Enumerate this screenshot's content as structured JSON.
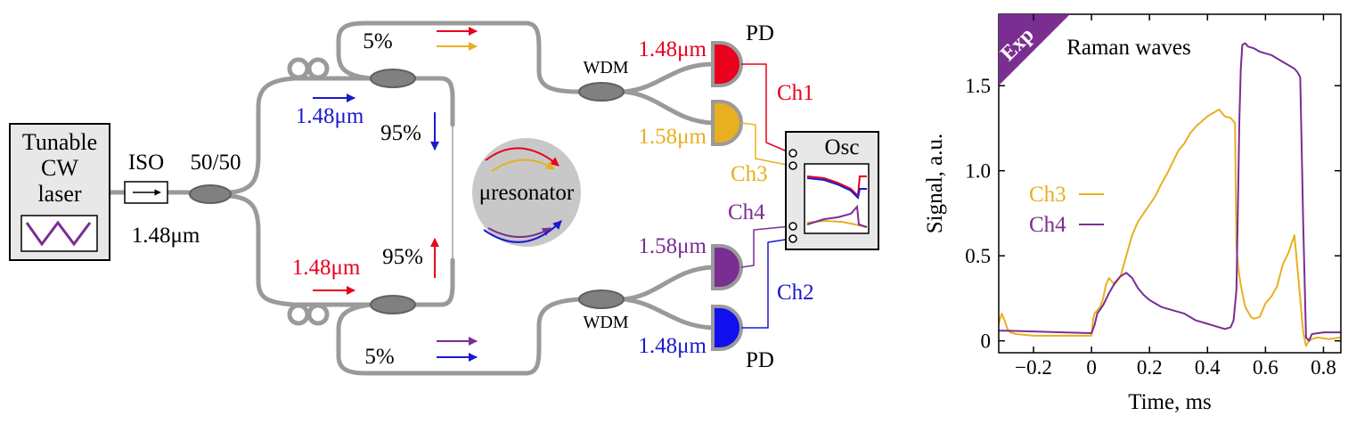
{
  "colors": {
    "red": "#e8001c",
    "blue": "#1a1acc",
    "orange": "#e8b020",
    "purple": "#7a2e92",
    "fiber": "#9a9a9a",
    "grey_fill": "#808080",
    "resonator": "#c8c8c8",
    "box": "#e8e8e8"
  },
  "setup": {
    "laser_lines": [
      "Tunable",
      "CW",
      "laser"
    ],
    "isolator": "ISO",
    "laser_wavelength": "1.48μm",
    "splitter": "50/50",
    "top_tap": "5%",
    "top_through": "95%",
    "bottom_tap": "5%",
    "bottom_through": "95%",
    "top_input": "1.48μm",
    "bottom_input": "1.48μm",
    "resonator": "μresonator",
    "wdm_top": "WDM",
    "wdm_bottom": "WDM",
    "pd_top": "PD",
    "pd_bottom": "PD",
    "pd1_wavelength": "1.48μm",
    "pd2_wavelength": "1.58μm",
    "pd3_wavelength": "1.58μm",
    "pd4_wavelength": "1.48μm",
    "ch1": "Ch1",
    "ch2": "Ch2",
    "ch3": "Ch3",
    "ch4": "Ch4",
    "osc": "Osc"
  },
  "chart_data": {
    "type": "line",
    "badge": "Exp",
    "title": "Raman waves",
    "xlabel": "Time, ms",
    "ylabel": "Signal, a.u.",
    "xlim": [
      -0.32,
      0.86
    ],
    "ylim": [
      -0.07,
      1.92
    ],
    "xticks": [
      -0.2,
      0,
      0.2,
      0.4,
      0.6,
      0.8
    ],
    "xtick_labels": [
      "−0.2",
      "0",
      "0.2",
      "0.4",
      "0.6",
      "0.8"
    ],
    "yticks": [
      0,
      0.5,
      1.0,
      1.5
    ],
    "ytick_labels": [
      "0",
      "0.5",
      "1.0",
      "1.5"
    ],
    "grid": false,
    "legend_position": "left-middle",
    "series": [
      {
        "name": "Ch3",
        "color": "#e8b020",
        "x": [
          -0.32,
          -0.31,
          -0.3,
          -0.29,
          -0.28,
          -0.26,
          -0.2,
          -0.1,
          0,
          0.005,
          0.01,
          0.02,
          0.03,
          0.04,
          0.05,
          0.06,
          0.08,
          0.1,
          0.12,
          0.14,
          0.16,
          0.18,
          0.2,
          0.22,
          0.24,
          0.26,
          0.28,
          0.3,
          0.32,
          0.34,
          0.36,
          0.38,
          0.4,
          0.42,
          0.44,
          0.46,
          0.48,
          0.495,
          0.5,
          0.505,
          0.51,
          0.515,
          0.52,
          0.53,
          0.54,
          0.55,
          0.56,
          0.58,
          0.6,
          0.62,
          0.64,
          0.66,
          0.68,
          0.7,
          0.72,
          0.73,
          0.74,
          0.75,
          0.76,
          0.78,
          0.8,
          0.82,
          0.84,
          0.86
        ],
        "y": [
          0.1,
          0.16,
          0.12,
          0.07,
          0.05,
          0.04,
          0.03,
          0.03,
          0.03,
          0.12,
          0.16,
          0.18,
          0.2,
          0.25,
          0.33,
          0.37,
          0.33,
          0.38,
          0.5,
          0.62,
          0.7,
          0.75,
          0.8,
          0.85,
          0.92,
          0.98,
          1.05,
          1.12,
          1.16,
          1.22,
          1.26,
          1.29,
          1.32,
          1.34,
          1.36,
          1.32,
          1.31,
          1.28,
          0.55,
          0.45,
          0.38,
          0.33,
          0.28,
          0.2,
          0.17,
          0.14,
          0.13,
          0.14,
          0.22,
          0.26,
          0.32,
          0.45,
          0.52,
          0.62,
          0.25,
          0.05,
          -0.03,
          0.0,
          0.01,
          0.02,
          0.015,
          0.01,
          0.015,
          0.02
        ]
      },
      {
        "name": "Ch4",
        "color": "#7a2e92",
        "x": [
          -0.32,
          -0.3,
          -0.2,
          -0.1,
          0,
          0.01,
          0.02,
          0.04,
          0.06,
          0.08,
          0.1,
          0.12,
          0.14,
          0.16,
          0.18,
          0.2,
          0.22,
          0.24,
          0.26,
          0.28,
          0.3,
          0.32,
          0.34,
          0.36,
          0.38,
          0.4,
          0.42,
          0.44,
          0.46,
          0.48,
          0.49,
          0.5,
          0.505,
          0.51,
          0.515,
          0.52,
          0.53,
          0.54,
          0.56,
          0.58,
          0.6,
          0.62,
          0.64,
          0.66,
          0.68,
          0.7,
          0.71,
          0.72,
          0.73,
          0.74,
          0.75,
          0.76,
          0.8,
          0.86
        ],
        "y": [
          0.06,
          0.06,
          0.055,
          0.05,
          0.045,
          0.09,
          0.16,
          0.21,
          0.28,
          0.34,
          0.38,
          0.4,
          0.37,
          0.31,
          0.27,
          0.24,
          0.22,
          0.2,
          0.19,
          0.18,
          0.17,
          0.16,
          0.14,
          0.12,
          0.11,
          0.1,
          0.09,
          0.08,
          0.07,
          0.08,
          0.12,
          0.3,
          0.8,
          1.3,
          1.6,
          1.74,
          1.75,
          1.73,
          1.72,
          1.7,
          1.69,
          1.68,
          1.66,
          1.64,
          1.62,
          1.6,
          1.58,
          1.55,
          0.7,
          0.02,
          0.0,
          0.04,
          0.05,
          0.05
        ]
      }
    ]
  }
}
